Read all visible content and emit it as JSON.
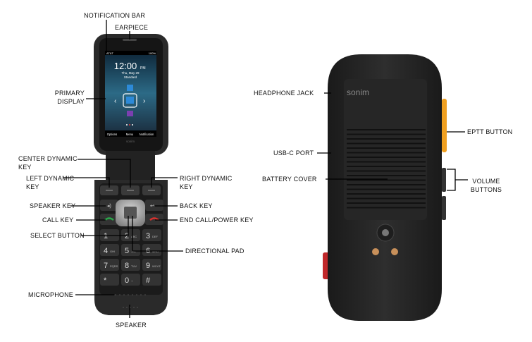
{
  "labels": {
    "notification_bar": "NOTIFICATION BAR",
    "earpiece": "EARPIECE",
    "primary_display": [
      "PRIMARY",
      "DISPLAY"
    ],
    "center_dynamic_key": "CENTER DYNAMIC",
    "center_dynamic_key_2": "KEY",
    "left_dynamic_key": [
      "LEFT DYNAMIC",
      "KEY"
    ],
    "right_dynamic_key": [
      "RIGHT DYNAMIC",
      "KEY"
    ],
    "speaker_key": "SPEAKER KEY",
    "call_key": "CALL KEY",
    "select_button": "SELECT BUTTON",
    "back_key": "BACK KEY",
    "end_call_power_key": "END CALL/POWER KEY",
    "directional_pad": "DIRECTIONAL PAD",
    "microphone": "MICROPHONE",
    "speaker": "SPEAKER",
    "headphone_jack": "HEADPHONE JACK",
    "usb_c_port": "USB-C PORT",
    "battery_cover": "BATTERY COVER",
    "eptt_button": "EPTT BUTTON",
    "volume_buttons": [
      "VOLUME",
      "BUTTONS"
    ]
  },
  "screen": {
    "carrier": "AT&T",
    "battery": "100%",
    "time": "12:00",
    "ampm": "PM",
    "date": "Thu, May 29",
    "profile": "Standard",
    "softkeys": [
      "Options",
      "Menu",
      "Notification"
    ]
  },
  "brand": "sonim",
  "keypad": [
    {
      "num": "1",
      "sub": ""
    },
    {
      "num": "2",
      "sub": "ABC"
    },
    {
      "num": "3",
      "sub": "DEF"
    },
    {
      "num": "4",
      "sub": "GHI"
    },
    {
      "num": "5",
      "sub": "JKL"
    },
    {
      "num": "6",
      "sub": "MNO"
    },
    {
      "num": "7",
      "sub": "PQRS"
    },
    {
      "num": "8",
      "sub": "TUV"
    },
    {
      "num": "9",
      "sub": "WXYZ"
    },
    {
      "num": "*",
      "sub": ""
    },
    {
      "num": "0",
      "sub": "+"
    },
    {
      "num": "#",
      "sub": ""
    }
  ],
  "colors": {
    "eptt": "#f0a020",
    "sos": "#c0282a",
    "call": "#2aa84a",
    "end": "#d8322f"
  }
}
